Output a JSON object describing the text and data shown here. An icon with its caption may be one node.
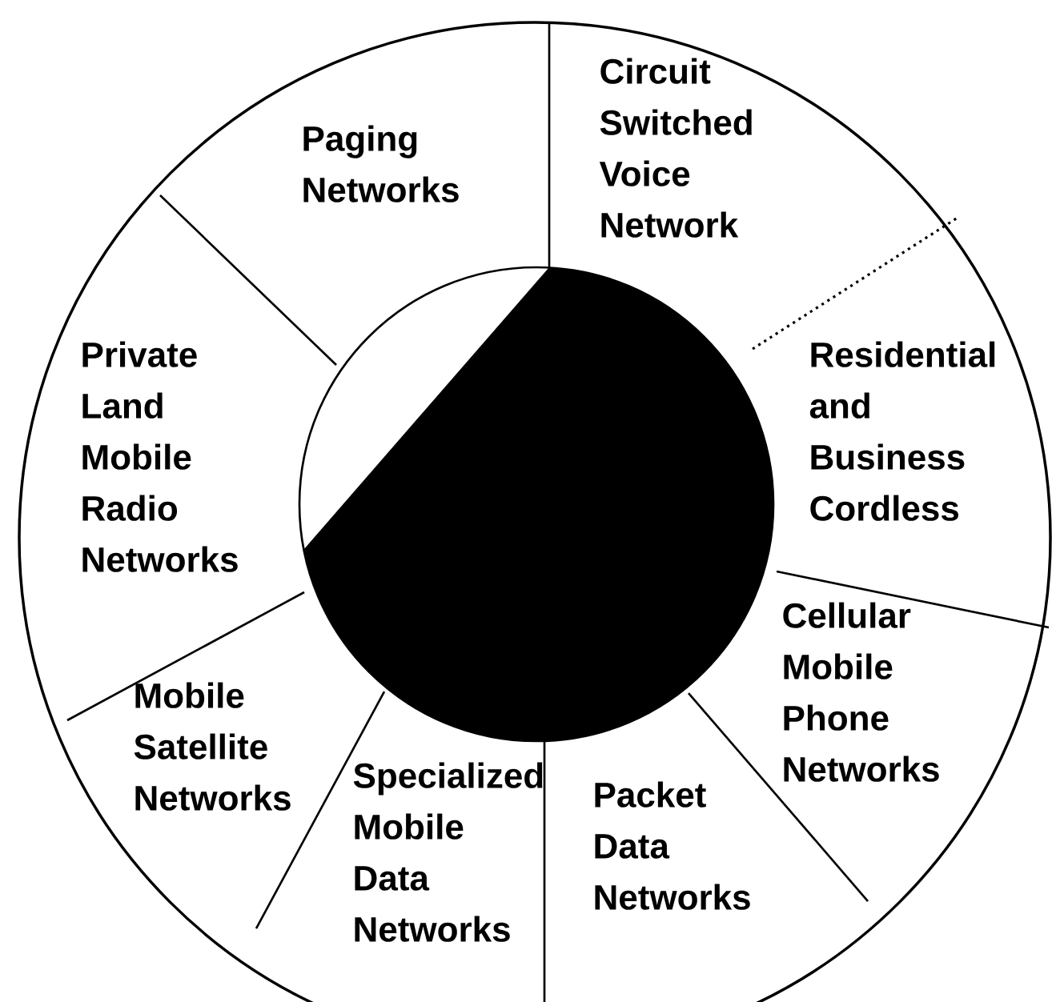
{
  "diagram": {
    "nodes": [
      {
        "text": [
          "Circuit Switched Voice Network"
        ]
      },
      {
        "text": [
          "Paging Networks"
        ]
      },
      {
        "text": [
          "Private Land Mobile Radio Networks"
        ]
      },
      {
        "text": [
          "Residential and Business Cordless"
        ]
      },
      {
        "text": [
          "Cellular Mobile Phone Networks"
        ]
      },
      {
        "text": [
          "Mobile Satellite Networks"
        ]
      },
      {
        "text": [
          "Specialized Mobile Data Networks"
        ]
      },
      {
        "text": [
          "Packet Data Networks"
        ]
      }
    ]
  }
}
